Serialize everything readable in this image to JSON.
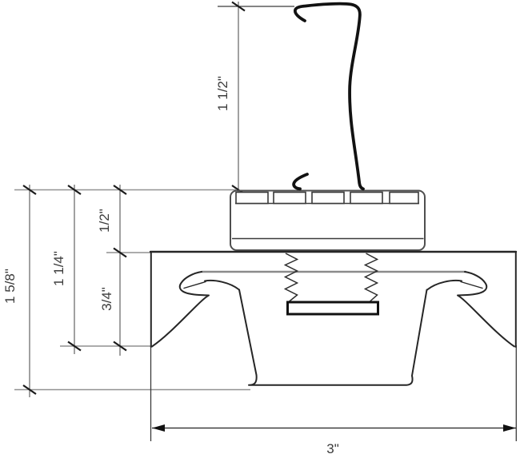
{
  "drawing": {
    "type": "technical cross-section",
    "units": "inches"
  },
  "dimensions": {
    "leg_height": {
      "label": "1 1/2\"",
      "orientation": "vertical"
    },
    "socket_height": {
      "label": "1/2\"",
      "orientation": "vertical"
    },
    "flange_depth": {
      "label": "3/4\"",
      "orientation": "vertical"
    },
    "socket_plus_flange": {
      "label": "1 1/4\"",
      "orientation": "vertical"
    },
    "overall_height": {
      "label": "1 5/8\"",
      "orientation": "vertical"
    },
    "base_width": {
      "label": "3\"",
      "orientation": "horizontal"
    }
  },
  "colors": {
    "outline": "#1a1a1a",
    "extension_line": "#919191",
    "dimension_line": "#6e6e6e",
    "label_text": "#3c3c3c",
    "background": "#ffffff"
  }
}
